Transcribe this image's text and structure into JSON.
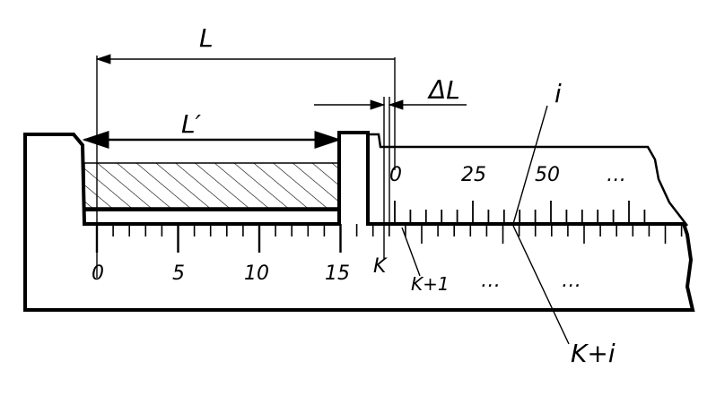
{
  "labels": {
    "L": "L",
    "L_prime": "L′",
    "delta_L": "ΔL",
    "i": "i",
    "K": "K",
    "K_plus_1": "K+1",
    "K_plus_i": "K+i",
    "ellipsis": "…"
  },
  "main_scale_ticks": [
    "0",
    "5",
    "10",
    "15"
  ],
  "vernier_scale_ticks": [
    "0",
    "25",
    "50",
    "…"
  ],
  "dots": [
    "…",
    "…"
  ]
}
